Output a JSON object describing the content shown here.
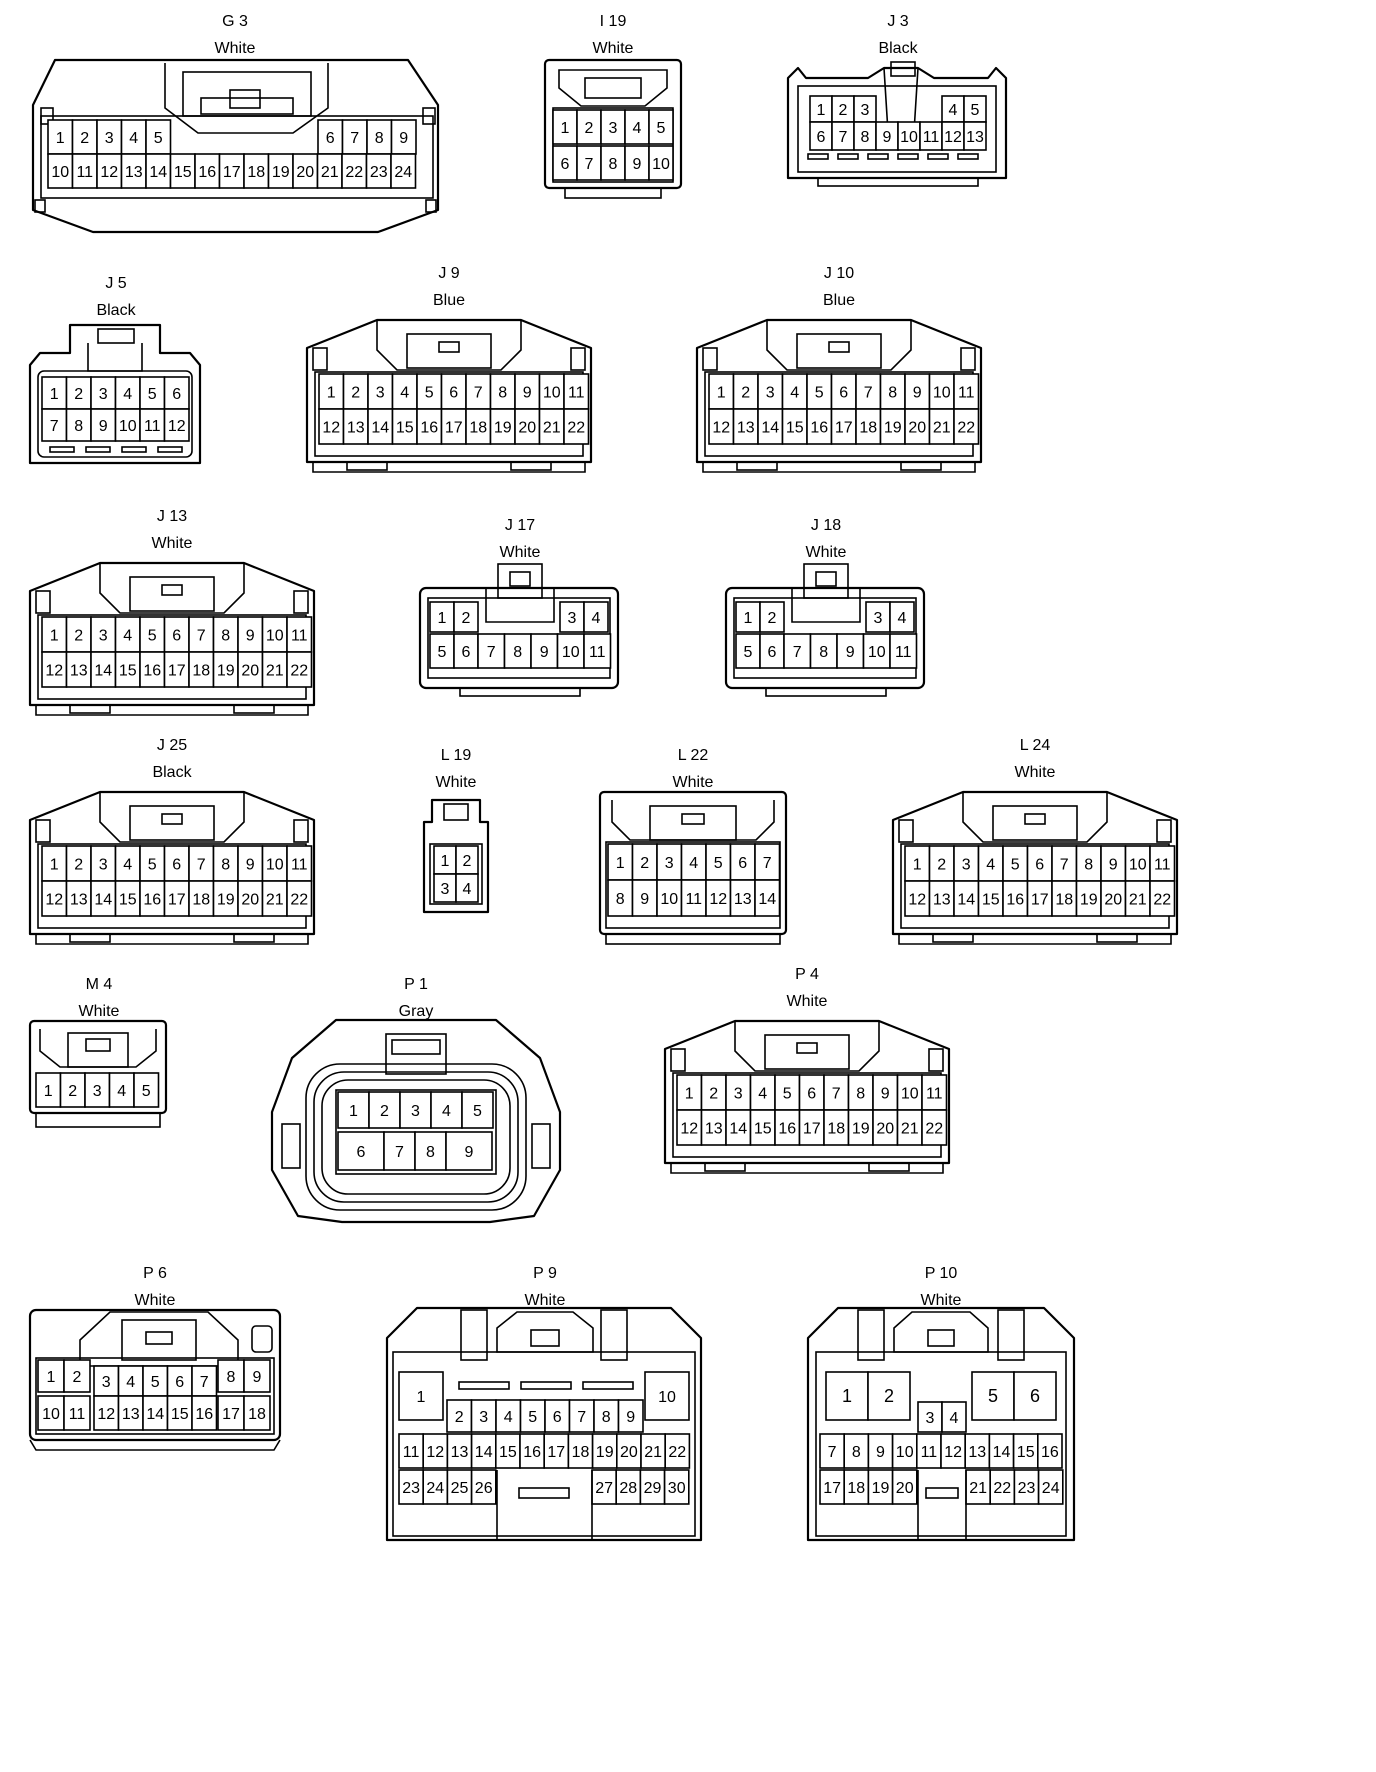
{
  "connectors": [
    {
      "id": "G3",
      "name": "G 3",
      "color": "White",
      "pins_row1": [
        "1",
        "2",
        "3",
        "4",
        "5",
        "6",
        "7",
        "8",
        "9"
      ],
      "pins_row2": [
        "10",
        "11",
        "12",
        "13",
        "14",
        "15",
        "16",
        "17",
        "18",
        "19",
        "20",
        "21",
        "22",
        "23",
        "24"
      ]
    },
    {
      "id": "I19",
      "name": "I 19",
      "color": "White",
      "pins_row1": [
        "1",
        "2",
        "3",
        "4",
        "5"
      ],
      "pins_row2": [
        "6",
        "7",
        "8",
        "9",
        "10"
      ]
    },
    {
      "id": "J3",
      "name": "J 3",
      "color": "Black",
      "pins_row1": [
        "1",
        "2",
        "3",
        "4",
        "5"
      ],
      "pins_row2": [
        "6",
        "7",
        "8",
        "9",
        "10",
        "11",
        "12",
        "13"
      ]
    },
    {
      "id": "J5",
      "name": "J 5",
      "color": "Black",
      "pins_row1": [
        "1",
        "2",
        "3",
        "4",
        "5",
        "6"
      ],
      "pins_row2": [
        "7",
        "8",
        "9",
        "10",
        "11",
        "12"
      ]
    },
    {
      "id": "J9",
      "name": "J 9",
      "color": "Blue",
      "pins_row1": [
        "1",
        "2",
        "3",
        "4",
        "5",
        "6",
        "7",
        "8",
        "9",
        "10",
        "11"
      ],
      "pins_row2": [
        "12",
        "13",
        "14",
        "15",
        "16",
        "17",
        "18",
        "19",
        "20",
        "21",
        "22"
      ]
    },
    {
      "id": "J10",
      "name": "J 10",
      "color": "Blue",
      "pins_row1": [
        "1",
        "2",
        "3",
        "4",
        "5",
        "6",
        "7",
        "8",
        "9",
        "10",
        "11"
      ],
      "pins_row2": [
        "12",
        "13",
        "14",
        "15",
        "16",
        "17",
        "18",
        "19",
        "20",
        "21",
        "22"
      ]
    },
    {
      "id": "J13",
      "name": "J 13",
      "color": "White",
      "pins_row1": [
        "1",
        "2",
        "3",
        "4",
        "5",
        "6",
        "7",
        "8",
        "9",
        "10",
        "11"
      ],
      "pins_row2": [
        "12",
        "13",
        "14",
        "15",
        "16",
        "17",
        "18",
        "19",
        "20",
        "21",
        "22"
      ]
    },
    {
      "id": "J17",
      "name": "J 17",
      "color": "White",
      "pins_row1": [
        "1",
        "2",
        "3",
        "4"
      ],
      "pins_row2": [
        "5",
        "6",
        "7",
        "8",
        "9",
        "10",
        "11"
      ]
    },
    {
      "id": "J18",
      "name": "J 18",
      "color": "White",
      "pins_row1": [
        "1",
        "2",
        "3",
        "4"
      ],
      "pins_row2": [
        "5",
        "6",
        "7",
        "8",
        "9",
        "10",
        "11"
      ]
    },
    {
      "id": "J25",
      "name": "J 25",
      "color": "Black",
      "pins_row1": [
        "1",
        "2",
        "3",
        "4",
        "5",
        "6",
        "7",
        "8",
        "9",
        "10",
        "11"
      ],
      "pins_row2": [
        "12",
        "13",
        "14",
        "15",
        "16",
        "17",
        "18",
        "19",
        "20",
        "21",
        "22"
      ]
    },
    {
      "id": "L19",
      "name": "L 19",
      "color": "White",
      "pins_row1": [
        "1",
        "2"
      ],
      "pins_row2": [
        "3",
        "4"
      ]
    },
    {
      "id": "L22",
      "name": "L 22",
      "color": "White",
      "pins_row1": [
        "1",
        "2",
        "3",
        "4",
        "5",
        "6",
        "7"
      ],
      "pins_row2": [
        "8",
        "9",
        "10",
        "11",
        "12",
        "13",
        "14"
      ]
    },
    {
      "id": "L24",
      "name": "L 24",
      "color": "White",
      "pins_row1": [
        "1",
        "2",
        "3",
        "4",
        "5",
        "6",
        "7",
        "8",
        "9",
        "10",
        "11"
      ],
      "pins_row2": [
        "12",
        "13",
        "14",
        "15",
        "16",
        "17",
        "18",
        "19",
        "20",
        "21",
        "22"
      ]
    },
    {
      "id": "M4",
      "name": "M 4",
      "color": "White",
      "pins_row1": [
        "1",
        "2",
        "3",
        "4",
        "5"
      ],
      "pins_row2": []
    },
    {
      "id": "P1",
      "name": "P 1",
      "color": "Gray",
      "pins_row1": [
        "1",
        "2",
        "3",
        "4",
        "5"
      ],
      "pins_row2": [
        "6",
        "7",
        "8",
        "9"
      ]
    },
    {
      "id": "P4",
      "name": "P 4",
      "color": "White",
      "pins_row1": [
        "1",
        "2",
        "3",
        "4",
        "5",
        "6",
        "7",
        "8",
        "9",
        "10",
        "11"
      ],
      "pins_row2": [
        "12",
        "13",
        "14",
        "15",
        "16",
        "17",
        "18",
        "19",
        "20",
        "21",
        "22"
      ]
    },
    {
      "id": "P6",
      "name": "P 6",
      "color": "White",
      "pins_row1": [
        "1",
        "2",
        "3",
        "4",
        "5",
        "6",
        "7",
        "8",
        "9"
      ],
      "pins_row2": [
        "10",
        "11",
        "12",
        "13",
        "14",
        "15",
        "16",
        "17",
        "18"
      ]
    },
    {
      "id": "P9",
      "name": "P 9",
      "color": "White",
      "pins_row1": [
        "1",
        "2",
        "3",
        "4",
        "5",
        "6",
        "7",
        "8",
        "9",
        "10"
      ],
      "pins_row2": [
        "11",
        "12",
        "13",
        "14",
        "15",
        "16",
        "17",
        "18",
        "19",
        "20",
        "21",
        "22"
      ],
      "pins_row3": [
        "23",
        "24",
        "25",
        "26",
        "27",
        "28",
        "29",
        "30"
      ]
    },
    {
      "id": "P10",
      "name": "P 10",
      "color": "White",
      "pins_row1": [
        "1",
        "2",
        "3",
        "4",
        "5",
        "6"
      ],
      "pins_row2": [
        "7",
        "8",
        "9",
        "10",
        "11",
        "12",
        "13",
        "14",
        "15",
        "16"
      ],
      "pins_row3": [
        "17",
        "18",
        "19",
        "20",
        "21",
        "22",
        "23",
        "24"
      ]
    }
  ]
}
